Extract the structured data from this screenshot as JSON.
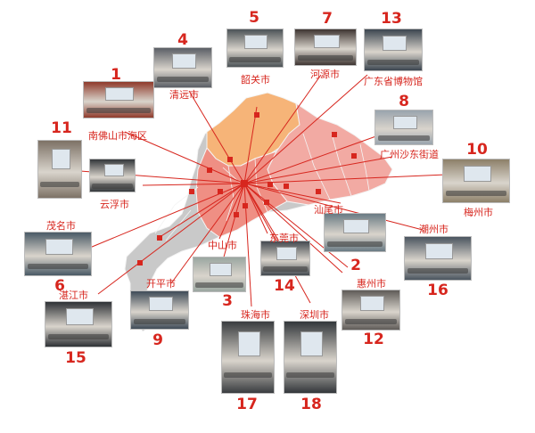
{
  "accent_color": "#d7261e",
  "map_colors": {
    "land": "#c9c9c9",
    "north": "#f6b478",
    "pearl_delta": "#ef8f84",
    "east": "#f2aaa3",
    "water": "#ffffff"
  },
  "locations": [
    {
      "id": 1,
      "label": "1",
      "city": "南佛山市海区",
      "photo_tone": "#8f3b2c"
    },
    {
      "id": 2,
      "label": "2",
      "city": "汕尾市",
      "photo_tone": "#6a7b84"
    },
    {
      "id": 3,
      "label": "3",
      "city": "中山市",
      "photo_tone": "#9aa6a0"
    },
    {
      "id": 4,
      "label": "4",
      "city": "清远市",
      "photo_tone": "#5b5f66"
    },
    {
      "id": 5,
      "label": "5",
      "city": "韶关市",
      "photo_tone": "#4c5357"
    },
    {
      "id": 6,
      "label": "6",
      "city": "茂名市",
      "photo_tone": "#4a5a66"
    },
    {
      "id": 7,
      "label": "7",
      "city": "河源市",
      "photo_tone": "#3e3532"
    },
    {
      "id": 8,
      "label": "8",
      "city": "广州沙东街道",
      "photo_tone": "#9aa4ad"
    },
    {
      "id": 9,
      "label": "9",
      "city": "开平市",
      "photo_tone": "#3f4b57"
    },
    {
      "id": 10,
      "label": "10",
      "city": "梅州市",
      "photo_tone": "#8d8069"
    },
    {
      "id": 11,
      "label": "11",
      "city": "云浮市",
      "photo_tone": "#7d7266"
    },
    {
      "id": 12,
      "label": "12",
      "city": "惠州市",
      "photo_tone": "#5f5b58"
    },
    {
      "id": 13,
      "label": "13",
      "city": "广东省博物馆",
      "photo_tone": "#3c4650"
    },
    {
      "id": 14,
      "label": "14",
      "city": "东莞市",
      "photo_tone": "#444a50"
    },
    {
      "id": 15,
      "label": "15",
      "city": "湛江市",
      "photo_tone": "#2f3236"
    },
    {
      "id": 16,
      "label": "16",
      "city": "潮州市",
      "photo_tone": "#4b5560"
    },
    {
      "id": 17,
      "label": "17",
      "city": "珠海市",
      "photo_tone": "#3a3d40"
    },
    {
      "id": 18,
      "label": "18",
      "city": "深圳市",
      "photo_tone": "#33373b"
    }
  ]
}
